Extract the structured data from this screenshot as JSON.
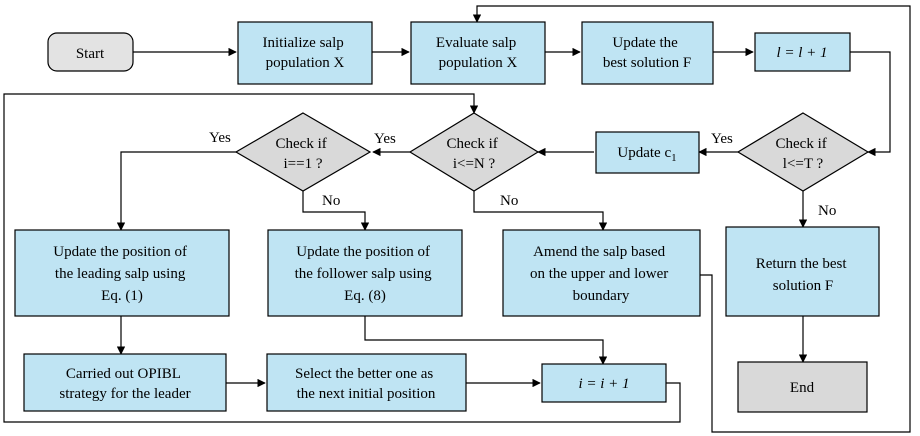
{
  "colors": {
    "process_fill": "#bfe4f3",
    "terminal_fill": "#e3e3e3",
    "decision_fill": "#d9d9d9",
    "stroke": "#000000"
  },
  "nodes": {
    "start": {
      "lines": [
        "Start"
      ]
    },
    "init": {
      "lines": [
        "Initialize salp",
        "population X"
      ]
    },
    "eval": {
      "lines": [
        "Evaluate salp",
        "population X"
      ]
    },
    "update_best": {
      "lines": [
        "Update the",
        "best solution F"
      ]
    },
    "increment_l": {
      "lines": [
        "l = l + 1"
      ]
    },
    "check_t": {
      "lines": [
        "Check if",
        "l<=T ?"
      ]
    },
    "update_c1": {
      "lines": [
        "Update c",
        "1"
      ]
    },
    "check_n": {
      "lines": [
        "Check if",
        "i<=N ?"
      ]
    },
    "check_i1": {
      "lines": [
        "Check if",
        "i==1 ?"
      ]
    },
    "leader": {
      "lines": [
        "Update the position of",
        "the leading salp using",
        "Eq. (1)"
      ]
    },
    "follower": {
      "lines": [
        "Update the position of",
        "the follower salp using",
        "Eq. (8)"
      ]
    },
    "amend": {
      "lines": [
        "Amend the salp based",
        "on the upper and lower",
        "boundary"
      ]
    },
    "return_best": {
      "lines": [
        "Return the best",
        "solution F"
      ]
    },
    "end": {
      "lines": [
        "End"
      ]
    },
    "opibl": {
      "lines": [
        "Carried out OPIBL",
        "strategy for the leader"
      ]
    },
    "select": {
      "lines": [
        "Select the better one as",
        "the next initial position"
      ]
    },
    "increment_i": {
      "lines": [
        "i = i + 1"
      ]
    }
  },
  "edge_labels": {
    "t_yes": "Yes",
    "t_no": "No",
    "n_yes": "Yes",
    "n_no": "No",
    "i1_yes": "Yes",
    "i1_no": "No"
  }
}
